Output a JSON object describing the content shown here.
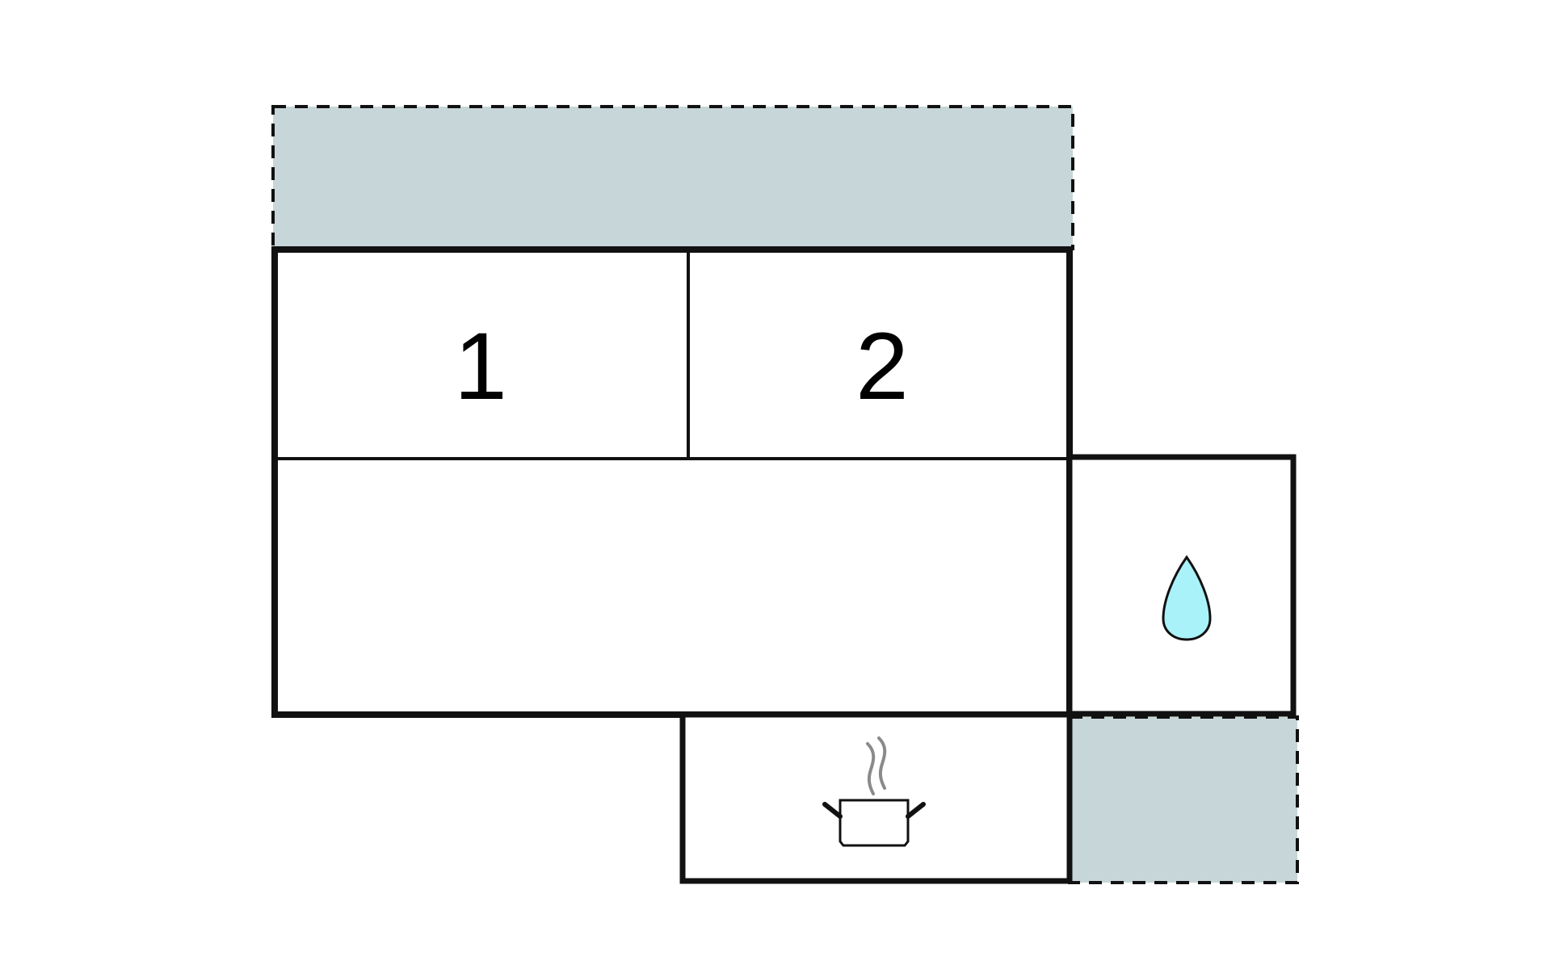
{
  "colors": {
    "background": "#ffffff",
    "wall": "#111111",
    "terrace": "#c7d6d8",
    "water": "#a9f2fa",
    "steam": "#8a8a8a"
  },
  "rooms": {
    "bedroom_1": {
      "label": "1"
    },
    "bedroom_2": {
      "label": "2"
    },
    "bathroom": {
      "icon": "water-drop-icon"
    },
    "kitchen": {
      "icon": "cooking-pot-icon"
    }
  },
  "outdoor_areas": [
    {
      "name": "terrace-top",
      "style": "dashed"
    },
    {
      "name": "terrace-bottom-right",
      "style": "dashed"
    }
  ]
}
